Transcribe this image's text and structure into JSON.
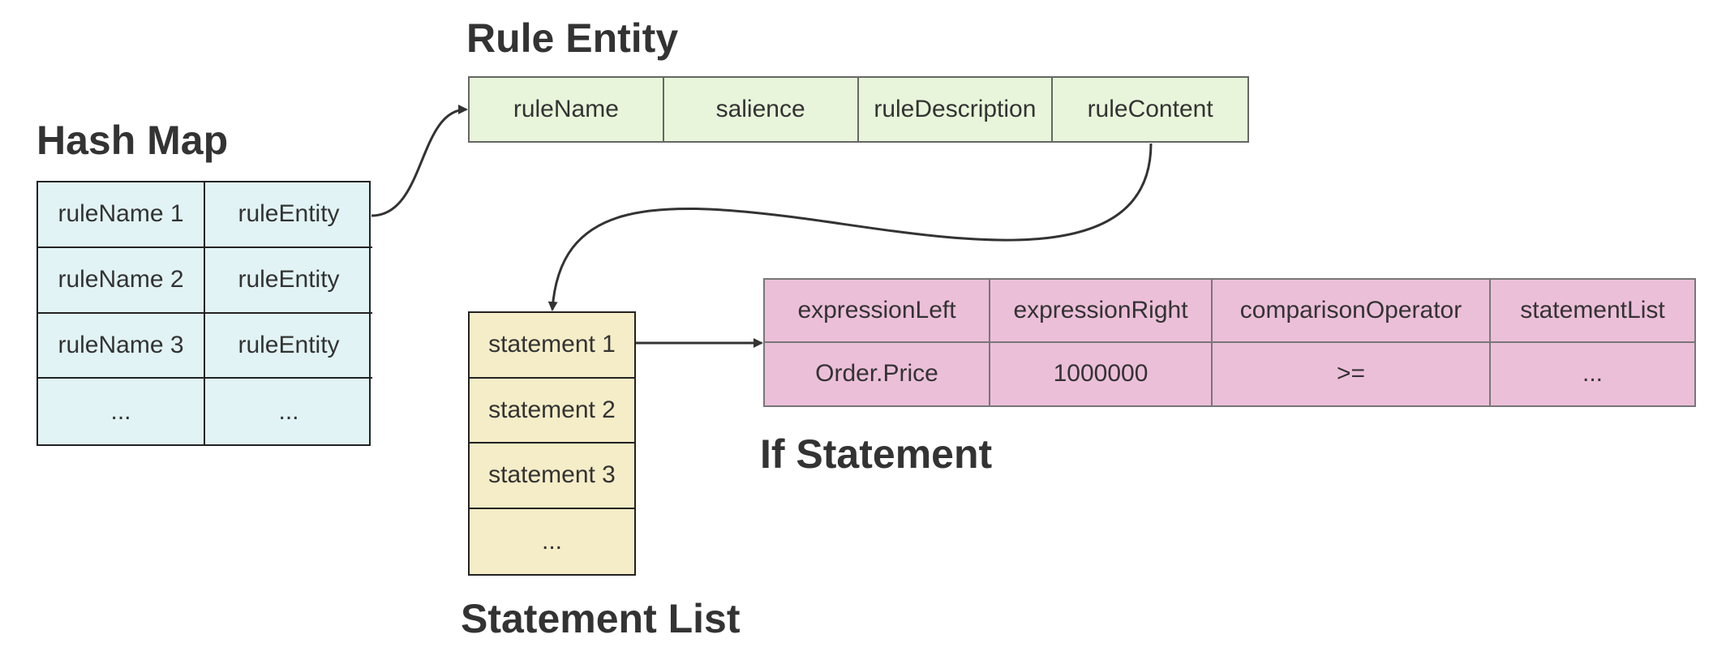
{
  "hash_map": {
    "title": "Hash Map",
    "rows": [
      [
        "ruleName 1",
        "ruleEntity"
      ],
      [
        "ruleName 2",
        "ruleEntity"
      ],
      [
        "ruleName 3",
        "ruleEntity"
      ],
      [
        "...",
        "..."
      ]
    ]
  },
  "rule_entity": {
    "title": "Rule Entity",
    "fields": [
      "ruleName",
      "salience",
      "ruleDescription",
      "ruleContent"
    ]
  },
  "statement_list": {
    "title": "Statement List",
    "items": [
      "statement 1",
      "statement 2",
      "statement 3",
      "..."
    ]
  },
  "if_statement": {
    "title": "If Statement",
    "headers": [
      "expressionLeft",
      "expressionRight",
      "comparisonOperator",
      "statementList"
    ],
    "values": [
      "Order.Price",
      "1000000",
      ">=",
      "..."
    ]
  },
  "colors": {
    "hash_map_fill": "#e1f3f4",
    "rule_entity_fill": "#e8f5da",
    "statement_list_fill": "#f4edc7",
    "if_statement_fill": "#ecbfd9",
    "arrow": "#333333"
  }
}
